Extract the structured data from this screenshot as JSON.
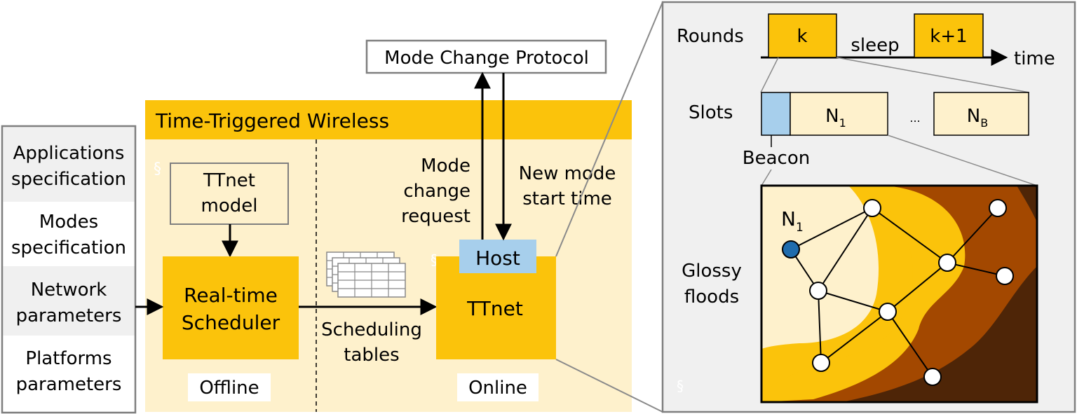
{
  "inputs": {
    "items": [
      {
        "line1": "Applications",
        "line2": "specification"
      },
      {
        "line1": "Modes",
        "line2": "specification"
      },
      {
        "line1": "Network",
        "line2": "parameters"
      },
      {
        "line1": "Platforms",
        "line2": "parameters"
      }
    ]
  },
  "ttw": {
    "title": "Time-Triggered Wireless",
    "ttnet_model": {
      "line1": "TTnet",
      "line2": "model"
    },
    "scheduler": {
      "line1": "Real-time",
      "line2": "Scheduler"
    },
    "offline": "Offline",
    "scheduling_tables": {
      "line1": "Scheduling",
      "line2": "tables"
    },
    "ttnet": "TTnet",
    "host": "Host",
    "online": "Online",
    "section_mark": "§"
  },
  "mode_change": {
    "protocol": "Mode Change Protocol",
    "request": {
      "line1": "Mode",
      "line2": "change",
      "line3": "request"
    },
    "start_time": {
      "line1": "New mode",
      "line2": "start time"
    }
  },
  "detail": {
    "rounds_label": "Rounds",
    "round_k": "k",
    "sleep": "sleep",
    "round_k1": "k+1",
    "time": "time",
    "slots_label": "Slots",
    "slot_first": {
      "base": "N",
      "sub": "1"
    },
    "slot_ellipsis": "...",
    "slot_last": {
      "base": "N",
      "sub": "B"
    },
    "beacon": "Beacon",
    "glossy": {
      "line1": "Glossy",
      "line2": "floods"
    },
    "node_label": {
      "base": "N",
      "sub": "1"
    },
    "section_mark": "§"
  },
  "colors": {
    "yellow": "#fbc30b",
    "light_yellow": "#fef1cc",
    "blue": "#a7cfec",
    "dark_blue": "#1f6cad",
    "dark_orange": "#a34800",
    "darkest_brown": "#4e2507",
    "panel_grey": "#f0f0f0"
  }
}
